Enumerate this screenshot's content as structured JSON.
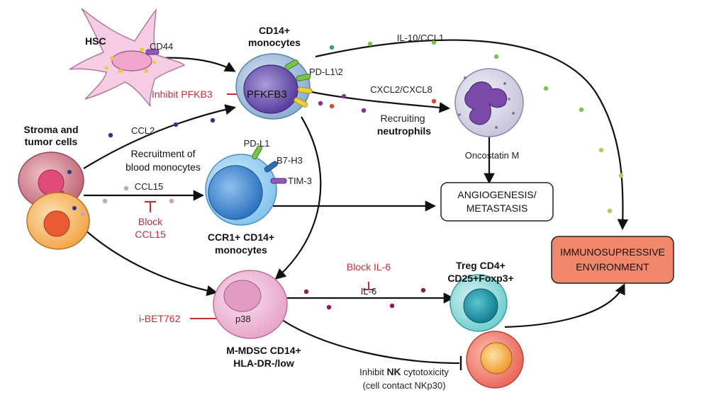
{
  "colors": {
    "inhibitor": "#c0303a",
    "arrow": "#111111",
    "dot_green": "#7cc34a",
    "dot_teal": "#2aa58a",
    "dot_blue": "#27378f",
    "dot_purple": "#8b2f8e",
    "dot_red": "#e0462e",
    "dot_pink": "#c9a0c6",
    "dot_magenta": "#8f1a55",
    "dot_lime": "#a7d150",
    "immuno_fill": "#f1876b"
  },
  "cells": {
    "hsc": {
      "label": "HSC",
      "receptor": "CD44"
    },
    "cd14_monocyte": {
      "label_line1": "CD14+",
      "label_line2": "monocytes",
      "receptor": "PD-L1\\2",
      "enzyme": "PFKFB3"
    },
    "stroma": {
      "label_line1": "Stroma and",
      "label_line2": "tumor cells"
    },
    "ccr1_monocyte": {
      "label_line1": "CCR1+ CD14+",
      "label_line2": "monocytes",
      "markers": [
        "PD-L1",
        "B7-H3",
        "TIM-3"
      ]
    },
    "neutrophil": {
      "label_line1": "Recruiting",
      "label_line2": "neutrophils"
    },
    "treg": {
      "label_line1": "Treg CD4+",
      "label_line2": "CD25+Foxp3+"
    },
    "mdsc": {
      "label_line1": "M-MDSC CD14+",
      "label_line2": "HLA-DR-/low",
      "enzyme": "p38"
    },
    "nk": {
      "label_line1_pre": "Inhibit ",
      "label_line1_bold": "NK",
      "label_line1_post": " cytotoxicity",
      "label_line2": "(cell contact NKp30)"
    }
  },
  "signals": {
    "il10_ccl1": "IL-10/CCL1",
    "cxcl2_cxcl8": "CXCL2/CXCL8",
    "ccl2": "CCL2",
    "recruitment_line1": "Recruitment of",
    "recruitment_line2": "blood monocytes",
    "ccl15": "CCL15",
    "oncostatin": "Oncostatin M",
    "il6": "IL-6"
  },
  "inhibitors": {
    "pfkb3": "Inhibit PFKB3",
    "block_ccl15_line1": "Block",
    "block_ccl15_line2": "CCL15",
    "block_il6": "Block IL-6",
    "ibet": "i-BET762"
  },
  "outcomes": {
    "angio_line1": "ANGIOGENESIS/",
    "angio_line2": "METASTASIS",
    "immuno_line1": "IMMUNOSUPRESSIVE",
    "immuno_line2": "ENVIRONMENT"
  }
}
